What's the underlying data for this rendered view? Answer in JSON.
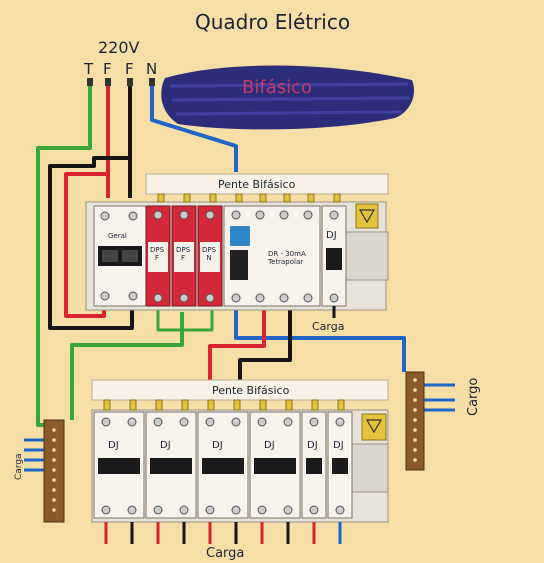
{
  "title": "Quadro Elétrico",
  "voltage": "220V",
  "wires": {
    "t": "T",
    "f1": "F",
    "f2": "F",
    "n": "N"
  },
  "brush_label": "Bifásico",
  "comb_top": "Pente Bifásico",
  "comb_bottom": "Pente Bifásico",
  "main_breaker": "Geral",
  "dps": [
    {
      "line1": "DPS",
      "line2": "F"
    },
    {
      "line1": "DPS",
      "line2": "F"
    },
    {
      "line1": "DPS",
      "line2": "N"
    }
  ],
  "dr": {
    "line1": "DR - 30mA",
    "line2": "Tetrapolar"
  },
  "dj_label": "DJ",
  "carga": "Carga",
  "cargo": "Cargo",
  "colors": {
    "background": "#f6dfa6",
    "phase_red": "#d9232e",
    "phase_black": "#161616",
    "neutral_blue": "#1f64c8",
    "ground_green": "#3aa63a",
    "dps_red": "#d3283a",
    "terminal_brown": "#8b5a2b",
    "brush_blue": "#2c2d7a"
  }
}
